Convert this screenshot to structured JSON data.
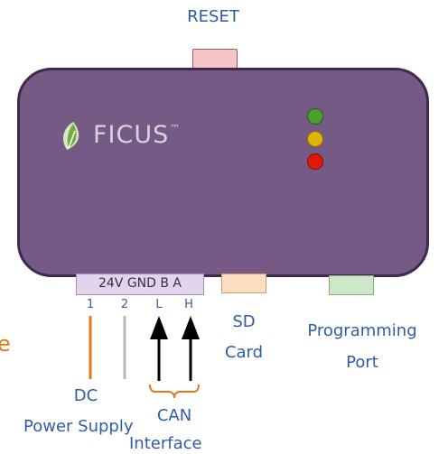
{
  "colors": {
    "device_body": "#745a84",
    "device_outline": "#3d2a4c",
    "reset_button": "#f6c6c6",
    "sd_slot": "#fcdfc2",
    "programming_port": "#cfe6c9",
    "terminal_block": "#e2d4ec",
    "led_green": "#4c9e2d",
    "led_yellow": "#e0b20a",
    "led_red": "#e3160e",
    "label_blue": "#2e5da8",
    "wire_power": "#e07b16",
    "wire_ground": "#b8b8b8",
    "can_brace": "#e07b16"
  },
  "labels": {
    "reset": "RESET",
    "logo": "FICUS",
    "logo_tm": "™",
    "terminal": "24V GND B A",
    "pin_1": "1",
    "pin_2": "2",
    "pin_l": "L",
    "pin_h": "H",
    "sd_line1": "SD",
    "sd_line2": "Card",
    "prog_line1": "Programming",
    "prog_line2": "Port",
    "dc": "DC",
    "power_supply": "Power Supply",
    "can": "CAN",
    "interface": "Interface",
    "edge_letter": "e"
  },
  "icons": {
    "logo": "leaf-logo-icon",
    "can_arrows": "arrow-up-icon"
  }
}
